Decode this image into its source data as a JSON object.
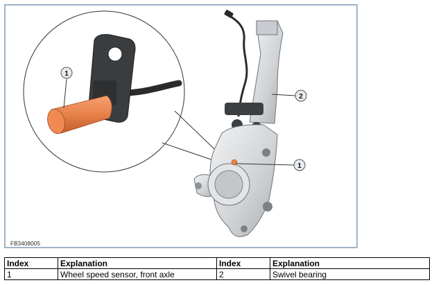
{
  "figure": {
    "code": "FB3408005",
    "callouts": [
      {
        "number": "1"
      },
      {
        "number": "1"
      },
      {
        "number": "2"
      }
    ]
  },
  "legend": {
    "headers": [
      "Index",
      "Explanation",
      "Index",
      "Explanation"
    ],
    "rows": [
      {
        "index1": "1",
        "explanation1": "Wheel speed sensor, front axle",
        "index2": "2",
        "explanation2": "Swivel bearing"
      }
    ]
  },
  "colors": {
    "frame": "#9fb3c8",
    "sensor": "#e8814a",
    "metal": "#d8dadc"
  }
}
